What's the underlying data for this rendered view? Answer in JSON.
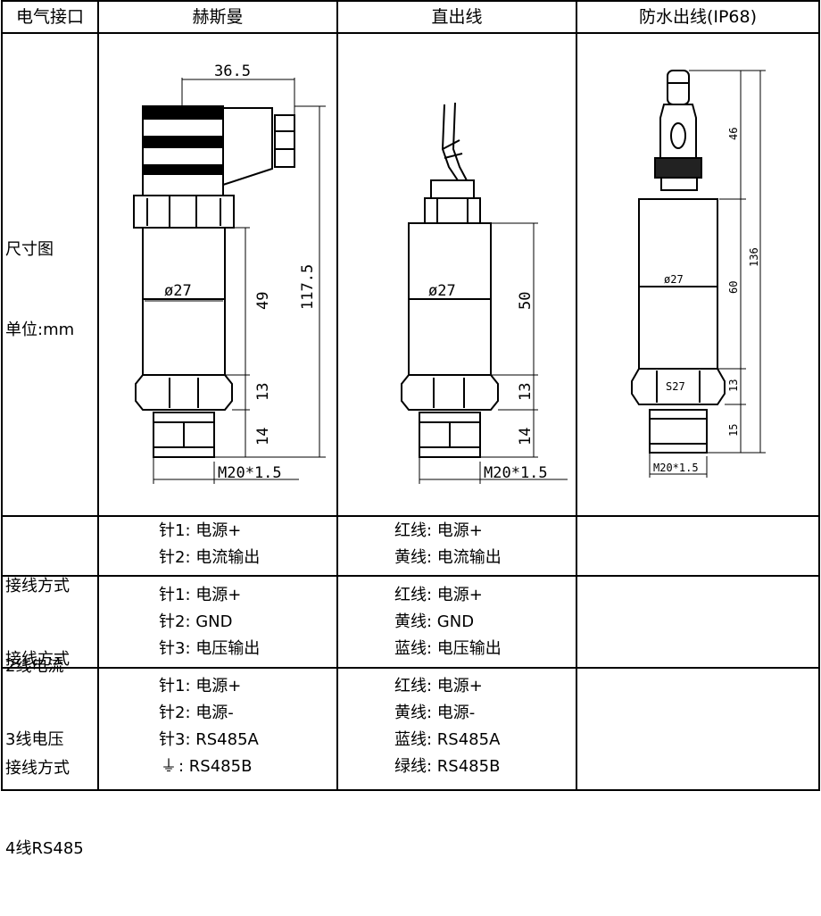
{
  "headers": {
    "connection": "电气接口",
    "hirschmann": "赫斯曼",
    "direct": "直出线",
    "waterproof": "防水出线(IP68)"
  },
  "size_row": {
    "label_line1": "尺寸图",
    "label_line2": "单位:mm"
  },
  "drawings": {
    "hirschmann": {
      "top_width": "36.5",
      "body_length": "49",
      "total_length": "117.5",
      "diameter": "ø27",
      "hex_height": "13",
      "thread_length": "14",
      "thread": "M20*1.5"
    },
    "direct": {
      "body_length": "50",
      "diameter": "ø27",
      "hex_height": "13",
      "thread_length": "14",
      "thread": "M20*1.5"
    },
    "waterproof": {
      "connector_length": "46",
      "body_length": "60",
      "total_length": "136",
      "diameter": "ø27",
      "hex_label": "S27",
      "hex_height": "13",
      "thread_length": "15",
      "thread": "M20*1.5"
    }
  },
  "wiring": [
    {
      "label_line1": "接线方式",
      "label_line2": "2线电流",
      "pins": [
        "针1: 电源+",
        "针2: 电流输出"
      ],
      "wires": [
        "红线: 电源+",
        "黄线: 电流输出"
      ]
    },
    {
      "label_line1": "接线方式",
      "label_line2": "3线电压",
      "pins": [
        "针1: 电源+",
        "针2: GND",
        "针3: 电压输出"
      ],
      "wires": [
        "红线: 电源+",
        "黄线: GND",
        "蓝线: 电压输出"
      ]
    },
    {
      "label_line1": "接线方式",
      "label_line2": "4线RS485",
      "pins": [
        "针1: 电源+",
        "针2: 电源-",
        "针3: RS485A",
        "RS485B"
      ],
      "wires": [
        "红线: 电源+",
        "黄线: 电源-",
        "蓝线: RS485A",
        "绿线: RS485B"
      ]
    }
  ]
}
